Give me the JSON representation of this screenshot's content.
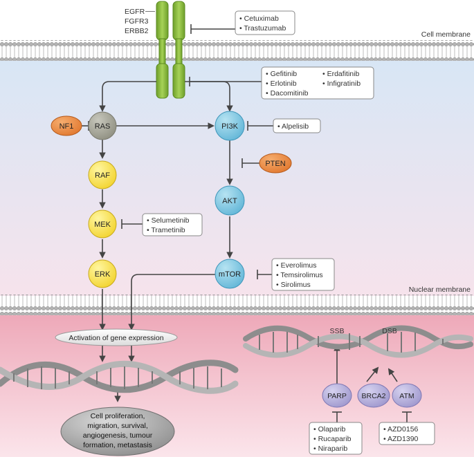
{
  "receptor_labels": [
    "EGFR",
    "FGFR3",
    "ERBB2"
  ],
  "membranes": {
    "cell": "Cell membrane",
    "nuclear": "Nuclear membrane"
  },
  "nodes": {
    "nf1": "NF1",
    "ras": "RAS",
    "raf": "RAF",
    "mek": "MEK",
    "erk": "ERK",
    "pi3k": "PI3K",
    "pten": "PTEN",
    "akt": "AKT",
    "mtor": "mTOR",
    "parp": "PARP",
    "brca2": "BRCA2",
    "atm": "ATM"
  },
  "drug_boxes": {
    "antibodies": [
      "Cetuximab",
      "Trastuzumab"
    ],
    "tki_col1": [
      "Gefitinib",
      "Erlotinib",
      "Dacomitinib"
    ],
    "tki_col2": [
      "Erdafitinib",
      "Infigratinib"
    ],
    "pi3k_inhibitors": [
      "Alpelisib"
    ],
    "mek_inhibitors": [
      "Selumetinib",
      "Trametinib"
    ],
    "mtor_inhibitors": [
      "Everolimus",
      "Temsirolimus",
      "Sirolimus"
    ],
    "parp_inhibitors": [
      "Olaparib",
      "Rucaparib",
      "Niraparib"
    ],
    "atm_inhibitors": [
      "AZD0156",
      "AZD1390"
    ]
  },
  "gene_expression": "Activation of gene expression",
  "outcome_lines": [
    "Cell proliferation,",
    "migration, survival,",
    "angiogenesis, tumour",
    "formation, metastasis"
  ],
  "dna_damage": {
    "ssb": "SSB",
    "dsb": "DSB"
  },
  "colors": {
    "receptor": "#8cbd3f",
    "grey_node": "#9e9e90",
    "yellow_node": "#f7e34a",
    "blue_node": "#7fc6e0",
    "orange_node": "#e8843a",
    "purple_node": "#b9b3dd",
    "cytoplasm_top": "#dbe7f5",
    "cytoplasm_bottom": "#f6e0ea",
    "nucleus": "#f2b6c4"
  }
}
